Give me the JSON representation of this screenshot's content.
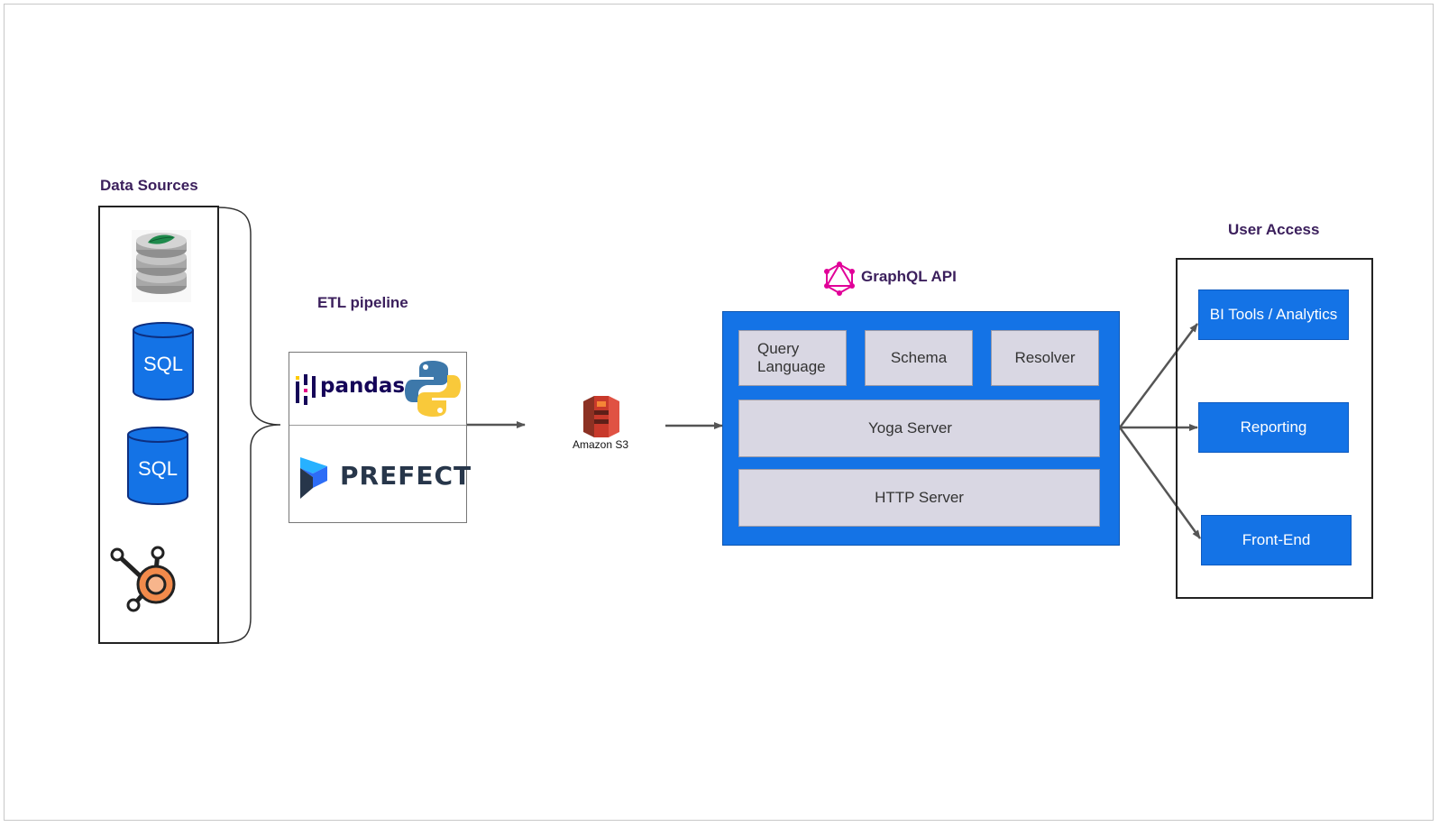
{
  "sections": {
    "data_sources": "Data Sources",
    "etl_pipeline": "ETL pipeline",
    "graphql_api": "GraphQL API",
    "user_access": "User Access"
  },
  "sources": [
    {
      "kind": "database",
      "icon": "mongodb-database-icon"
    },
    {
      "kind": "sql",
      "label": "SQL",
      "icon": "sql-cylinder-icon"
    },
    {
      "kind": "sql",
      "label": "SQL",
      "icon": "sql-cylinder-icon"
    },
    {
      "kind": "hubspot",
      "icon": "hubspot-icon"
    }
  ],
  "etl": {
    "pandas_label": "pandas",
    "prefect_label": "PREFECT"
  },
  "storage": {
    "s3_label": "Amazon S3"
  },
  "graphql": {
    "query_language_line1": "Query",
    "query_language_line2": "Language",
    "schema": "Schema",
    "resolver": "Resolver",
    "yoga_server": "Yoga Server",
    "http_server": "HTTP Server"
  },
  "consumers": {
    "bi_tools": "BI Tools / Analytics",
    "reporting": "Reporting",
    "front_end": "Front-End"
  },
  "colors": {
    "title": "#3b1f5c",
    "blue": "#1473e6",
    "gray_box": "#d9d7e3",
    "graphql_pink": "#e10098"
  }
}
